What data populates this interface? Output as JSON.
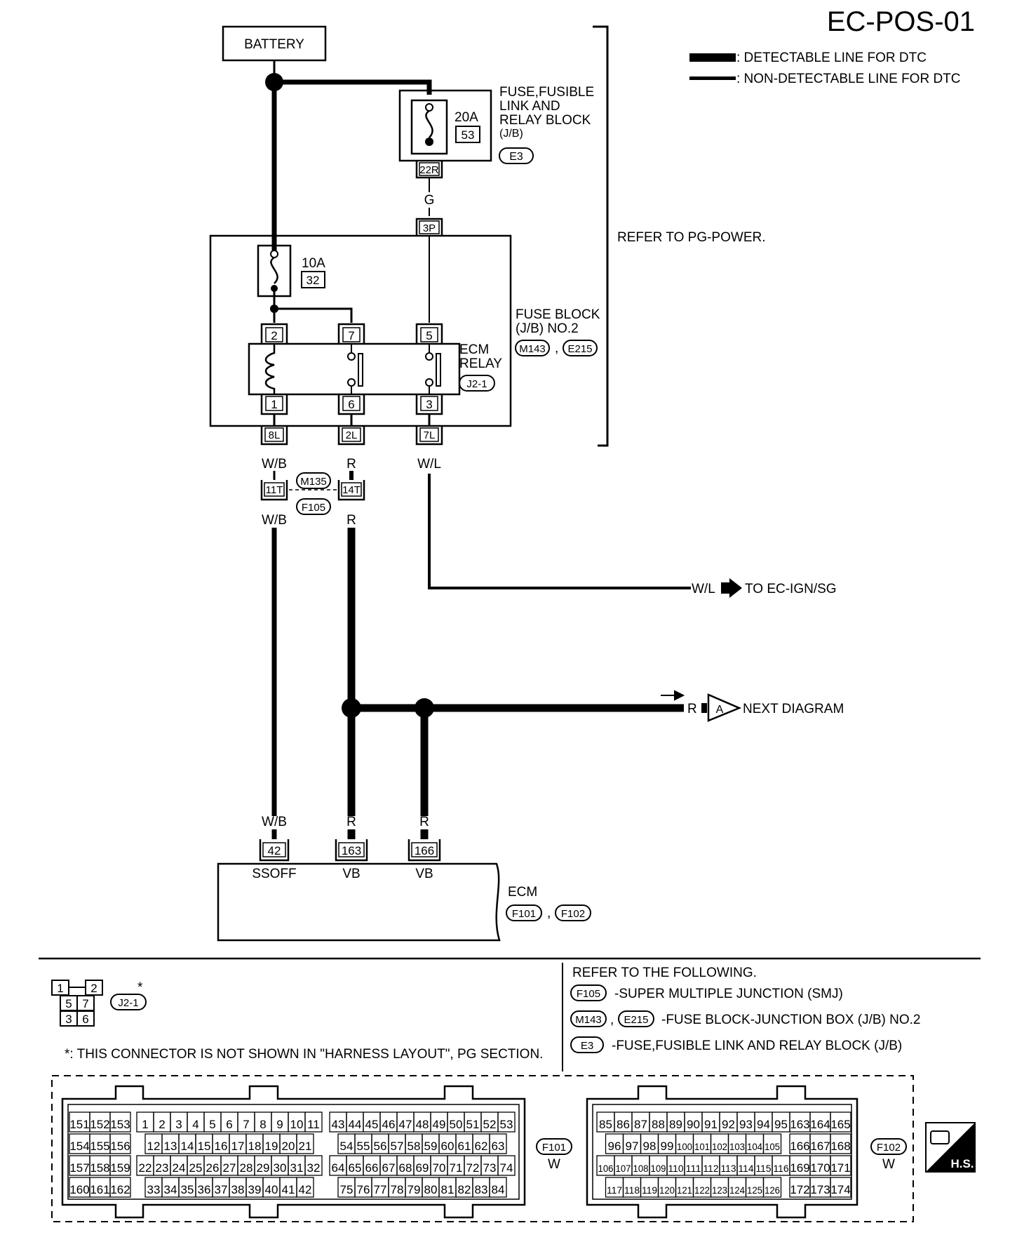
{
  "header": {
    "page_id": "EC-POS-01"
  },
  "legend": {
    "detectable": ": DETECTABLE LINE FOR DTC",
    "non_detectable": ": NON-DETECTABLE LINE FOR DTC"
  },
  "battery": {
    "label": "BATTERY"
  },
  "fuse_20a": {
    "rating": "20A",
    "number": "53",
    "block_name": [
      "FUSE,FUSIBLE",
      "LINK AND",
      "RELAY BLOCK",
      "(J/B)"
    ],
    "connector": "E3",
    "pin_out": "22R"
  },
  "wire_g": {
    "color": "G"
  },
  "pg_power_ref": "REFER TO PG-POWER.",
  "fuse_block_2": {
    "pin_in": "3P",
    "fuse_rating": "10A",
    "fuse_number": "32",
    "name": [
      "FUSE BLOCK",
      "(J/B) NO.2"
    ],
    "connectors": [
      "M143",
      "E215"
    ],
    "comma": ","
  },
  "ecm_relay": {
    "name": [
      "ECM",
      "RELAY"
    ],
    "connector": "J2-1",
    "pins_top": [
      "2",
      "7",
      "5"
    ],
    "pins_bottom": [
      "1",
      "6",
      "3"
    ]
  },
  "jb_outputs": [
    "8L",
    "2L",
    "7L"
  ],
  "wires_out": [
    "W/B",
    "R",
    "W/L"
  ],
  "joint_connector": {
    "pins": [
      "11T",
      "14T"
    ],
    "connectors": [
      "M135",
      "F105"
    ]
  },
  "wires_after_joint": [
    "W/B",
    "R"
  ],
  "ign_ref": {
    "wire": "W/L",
    "text": "TO EC-IGN/SG"
  },
  "next_diagram": {
    "wire": "R",
    "marker": "A",
    "text": "NEXT DIAGRAM"
  },
  "ecm": {
    "wires": [
      "W/B",
      "R",
      "R"
    ],
    "pins": [
      "42",
      "163",
      "166"
    ],
    "signals": [
      "SSOFF",
      "VB",
      "VB"
    ],
    "name": "ECM",
    "connectors": [
      "F101",
      "F102"
    ],
    "comma": ","
  },
  "relay_connector_face": {
    "cells": [
      "1",
      "2",
      "5",
      "7",
      "3",
      "6"
    ],
    "connector": "J2-1",
    "star": "*",
    "note": "*: THIS CONNECTOR IS NOT SHOWN IN \"HARNESS LAYOUT\", PG SECTION."
  },
  "references": {
    "heading": "REFER TO THE FOLLOWING.",
    "items": [
      {
        "connectors": [
          "F105"
        ],
        "text": "-SUPER MULTIPLE JUNCTION (SMJ)"
      },
      {
        "connectors": [
          "M143",
          "E215"
        ],
        "text": "-FUSE BLOCK-JUNCTION BOX (J/B) NO.2"
      },
      {
        "connectors": [
          "E3"
        ],
        "text": "-FUSE,FUSIBLE LINK AND RELAY BLOCK (J/B)"
      }
    ],
    "comma": ","
  },
  "connector_f101": {
    "id": "F101",
    "color": "W",
    "left_block": [
      [
        "151",
        "152",
        "153"
      ],
      [
        "154",
        "155",
        "156"
      ],
      [
        "157",
        "158",
        "159"
      ],
      [
        "160",
        "161",
        "162"
      ]
    ],
    "mid_block": [
      [
        "1",
        "2",
        "3",
        "4",
        "5",
        "6",
        "7",
        "8",
        "9",
        "10",
        "11"
      ],
      [
        "12",
        "13",
        "14",
        "15",
        "16",
        "17",
        "18",
        "19",
        "20",
        "21"
      ],
      [
        "22",
        "23",
        "24",
        "25",
        "26",
        "27",
        "28",
        "29",
        "30",
        "31",
        "32"
      ],
      [
        "33",
        "34",
        "35",
        "36",
        "37",
        "38",
        "39",
        "40",
        "41",
        "42"
      ]
    ],
    "right_block": [
      [
        "43",
        "44",
        "45",
        "46",
        "47",
        "48",
        "49",
        "50",
        "51",
        "52",
        "53"
      ],
      [
        "54",
        "55",
        "56",
        "57",
        "58",
        "59",
        "60",
        "61",
        "62",
        "63"
      ],
      [
        "64",
        "65",
        "66",
        "67",
        "68",
        "69",
        "70",
        "71",
        "72",
        "73",
        "74"
      ],
      [
        "75",
        "76",
        "77",
        "78",
        "79",
        "80",
        "81",
        "82",
        "83",
        "84"
      ]
    ]
  },
  "connector_f102": {
    "id": "F102",
    "color": "W",
    "main_block": [
      [
        "85",
        "86",
        "87",
        "88",
        "89",
        "90",
        "91",
        "92",
        "93",
        "94",
        "95"
      ],
      [
        "96",
        "97",
        "98",
        "99",
        "100",
        "101",
        "102",
        "103",
        "104",
        "105"
      ],
      [
        "106",
        "107",
        "108",
        "109",
        "110",
        "111",
        "112",
        "113",
        "114",
        "115",
        "116"
      ],
      [
        "117",
        "118",
        "119",
        "120",
        "121",
        "122",
        "123",
        "124",
        "125",
        "126"
      ]
    ],
    "right_block": [
      [
        "163",
        "164",
        "165"
      ],
      [
        "166",
        "167",
        "168"
      ],
      [
        "169",
        "170",
        "171"
      ],
      [
        "172",
        "173",
        "174"
      ]
    ]
  },
  "hs_badge": {
    "text": "H.S."
  }
}
